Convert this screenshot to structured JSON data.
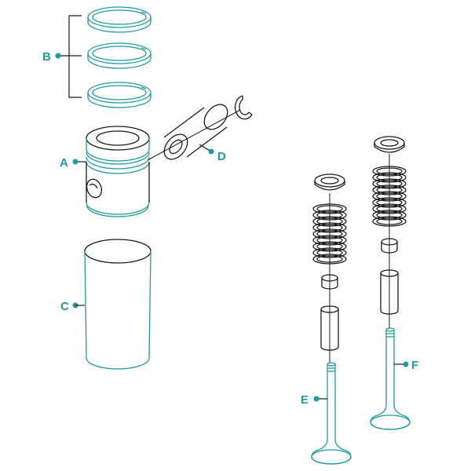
{
  "colors": {
    "accent": "#1e9aa0",
    "outline": "#1a1a1a",
    "background": "#ffffff"
  },
  "labels": {
    "a": "A",
    "b": "B",
    "c": "C",
    "d": "D",
    "e": "E",
    "f": "F"
  }
}
